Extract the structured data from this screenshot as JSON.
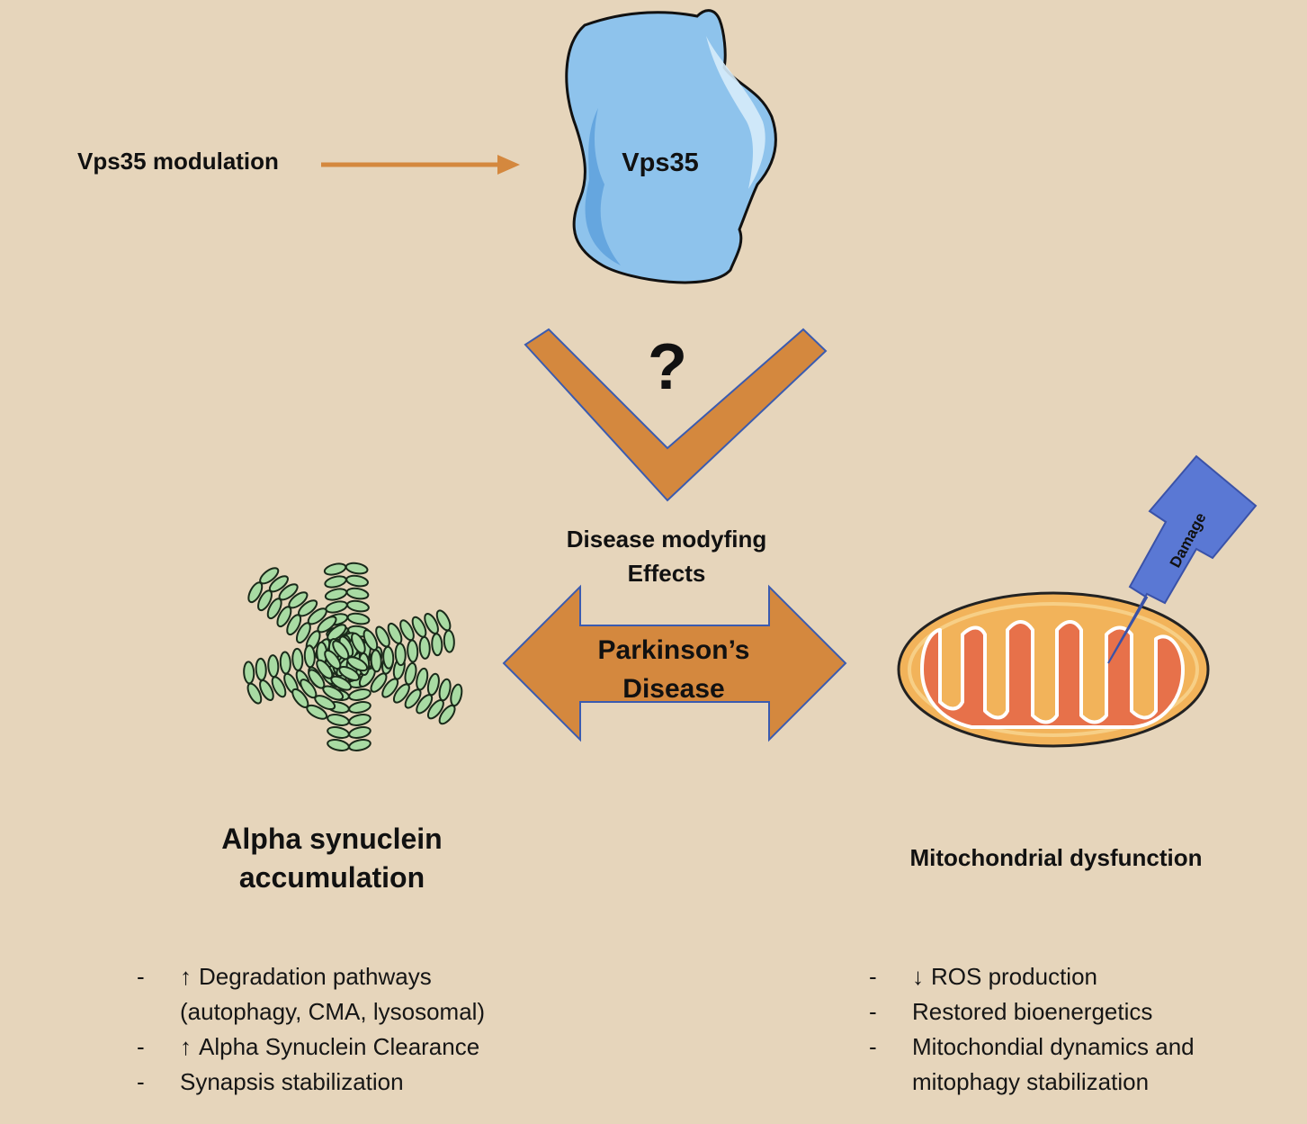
{
  "colors": {
    "background": "#e6d5bb",
    "arrow_orange": "#d4883e",
    "arrow_outline": "#3a5bb0",
    "protein_blue": "#8ec3ec",
    "protein_dark_blue": "#5b9fdc",
    "fibril_green": "#a8dba3",
    "mito_outer": "#f2b35a",
    "mito_inner": "#e7714a",
    "lightning_blue": "#5a78d4"
  },
  "top": {
    "modulation_label": "Vps35 modulation",
    "protein_label": "Vps35"
  },
  "middle": {
    "question_mark": "?",
    "effects_line1": "Disease modyfing",
    "effects_line2": "Effects",
    "disease_line1": "Parkinson’s",
    "disease_line2": "Disease",
    "damage_label": "Damage"
  },
  "left": {
    "title_line1": "Alpha synuclein",
    "title_line2": "accumulation",
    "items": [
      {
        "dash": "-",
        "arrow": "↑",
        "text": "Degradation pathways"
      },
      {
        "dash": "",
        "arrow": "",
        "text": "(autophagy, CMA, lysosomal)"
      },
      {
        "dash": "-",
        "arrow": "↑",
        "text": "Alpha Synuclein Clearance"
      },
      {
        "dash": "-",
        "arrow": "",
        "text": "Synapsis stabilization"
      }
    ]
  },
  "right": {
    "title": "Mitochondrial dysfunction",
    "items": [
      {
        "dash": "-",
        "arrow": "↓",
        "text": "ROS production"
      },
      {
        "dash": "-",
        "arrow": "",
        "text": "Restored bioenergetics"
      },
      {
        "dash": "-",
        "arrow": "",
        "text": "Mitochondial dynamics and"
      },
      {
        "dash": "",
        "arrow": "",
        "text": "mitophagy stabilization"
      }
    ]
  }
}
